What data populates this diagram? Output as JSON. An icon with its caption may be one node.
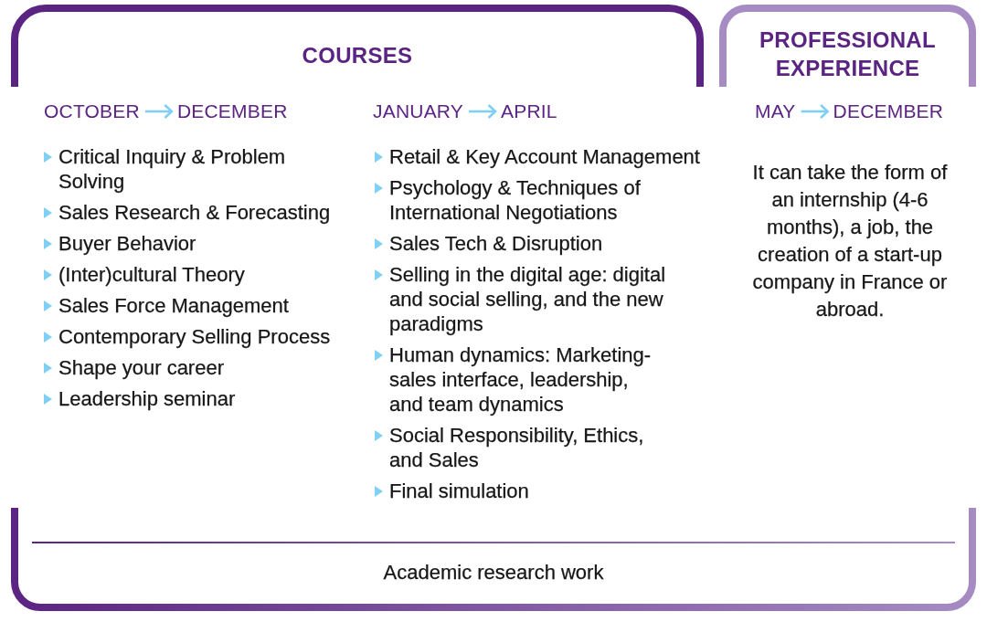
{
  "diagram": {
    "nodes": [
      {
        "text": [
          "COURSES"
        ]
      },
      {
        "text": [
          "PROFESSIONAL EXPERIENCE"
        ]
      },
      {
        "text": [
          "OCTOBER"
        ]
      },
      {
        "text": [
          "DECEMBER"
        ]
      },
      {
        "text": [
          "JANUARY"
        ]
      },
      {
        "text": [
          "APRIL"
        ]
      },
      {
        "text": [
          "MAY"
        ]
      },
      {
        "text": [
          "DECEMBER"
        ]
      },
      {
        "text": [
          "Academic research work"
        ]
      }
    ],
    "edges": [
      {
        "from": 2,
        "to": 3,
        "arrow": "to"
      },
      {
        "from": 4,
        "to": 5,
        "arrow": "to"
      },
      {
        "from": 6,
        "to": 7,
        "arrow": "to"
      }
    ],
    "labels": [
      "Critical Inquiry & Problem Solving",
      "Sales Research & Forecasting",
      "Buyer Behavior",
      "(Inter)cultural Theory",
      "Sales Force Management",
      "Contemporary Selling Process",
      "Shape your career",
      "Leadership seminar",
      "Retail & Key Account Management",
      "Psychology & Techniques of International Negotiations",
      "Sales Tech & Disruption",
      "Selling in the digital age: digital and social selling, and the new paradigms",
      "Human dynamics: Marketing-sales interface, leadership, and team dynamics",
      "Social Responsibility, Ethics, and Sales",
      "Final simulation",
      "It can take the form of an internship (4-6 months), a job, the creation of a start-up company in France or abroad."
    ]
  }
}
